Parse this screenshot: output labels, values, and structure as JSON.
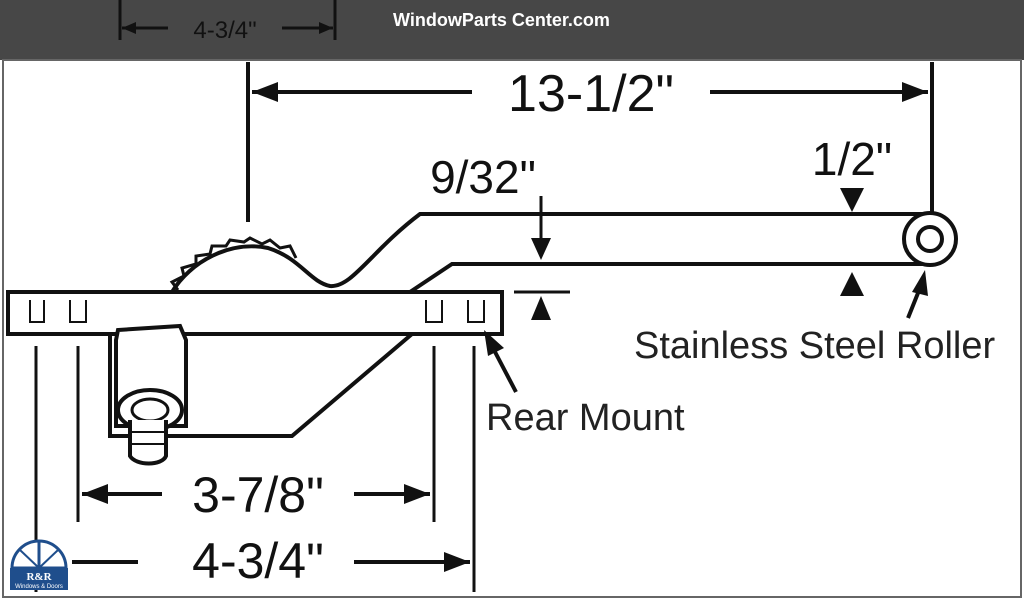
{
  "header": {
    "site_name": "WindowParts Center.com",
    "partial_dimension": "4-3/4\""
  },
  "diagram": {
    "dimensions": {
      "overall_length": "13-1/2\"",
      "arm_offset": "9/32\"",
      "arm_width": "1/2\"",
      "inner_mount": "3-7/8\"",
      "outer_mount": "4-3/4\""
    },
    "callouts": {
      "roller": "Stainless Steel Roller",
      "rear_mount": "Rear Mount"
    }
  },
  "logo": {
    "initials": "R&R",
    "tagline": "Windows & Doors",
    "color": "#1f4e8c"
  },
  "colors": {
    "header_bg": "#474747",
    "ink": "#111111"
  }
}
